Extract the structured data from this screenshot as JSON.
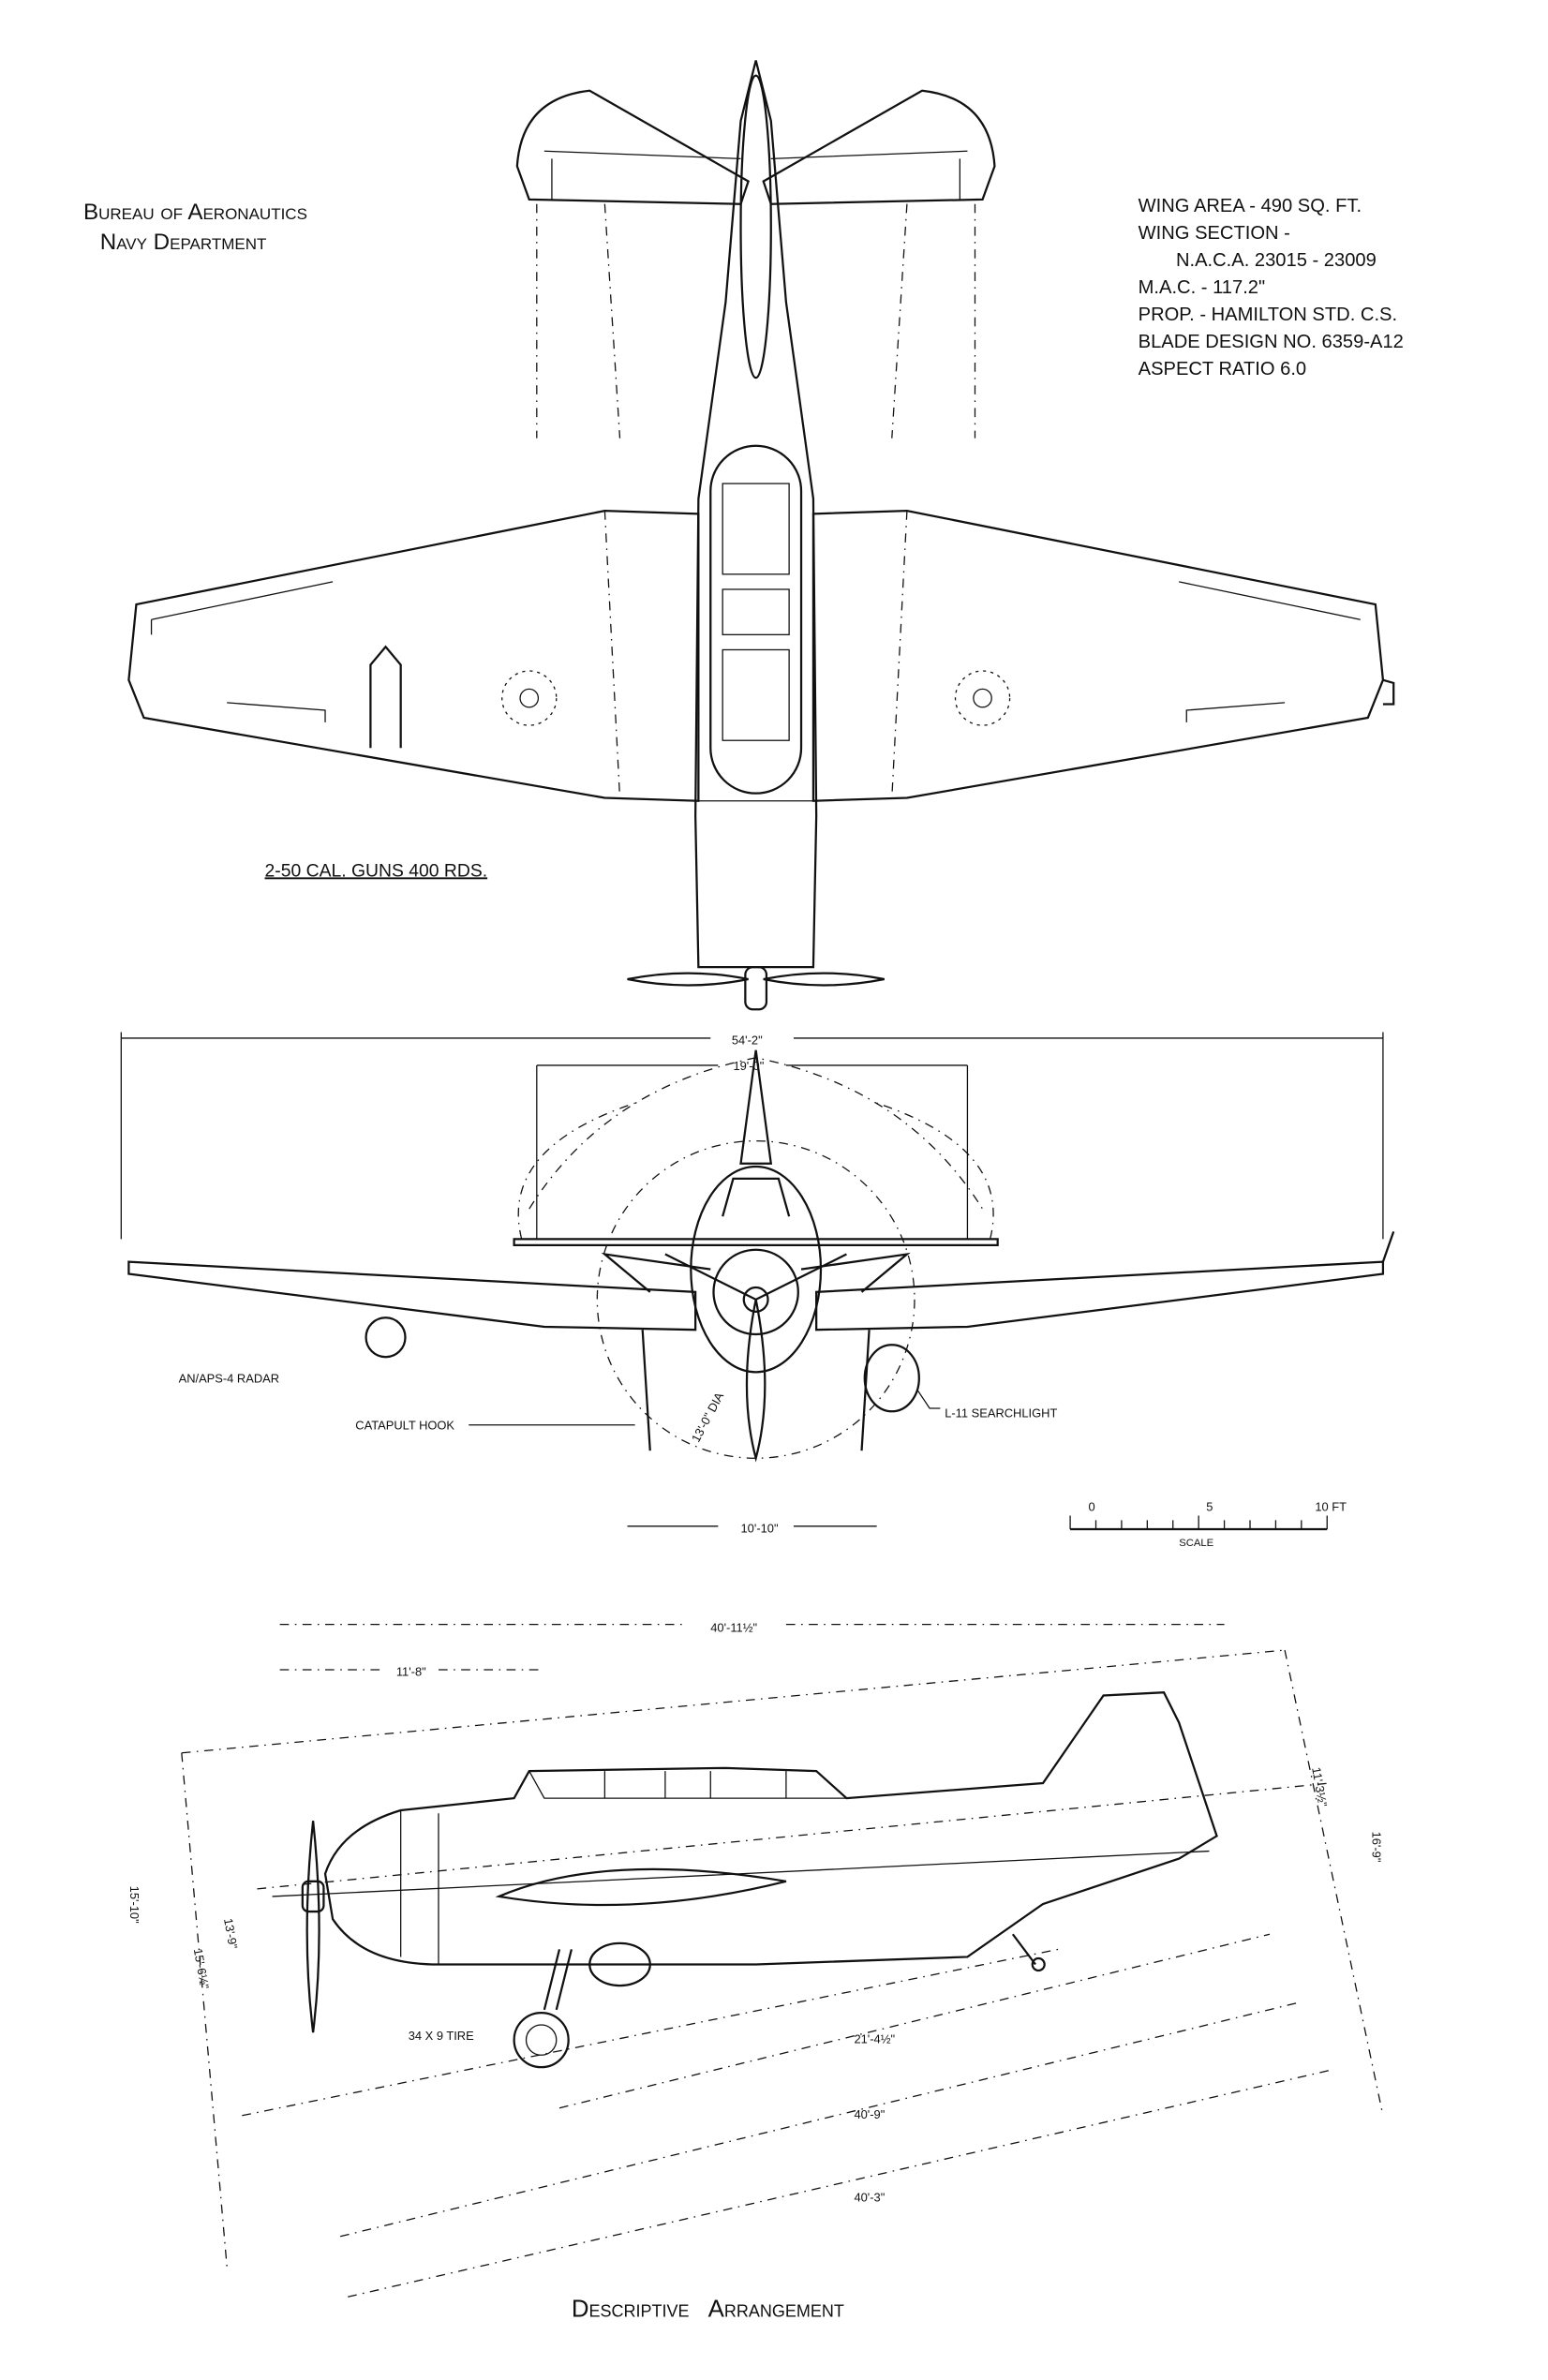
{
  "header": {
    "org_line1": "Bureau of Aeronautics",
    "org_line2": "Navy Department"
  },
  "specs": [
    "WING  AREA - 490  SQ. FT.",
    "WING  SECTION -",
    "N.A.C.A.  23015 - 23009",
    "M.A.C. - 117.2\"",
    "PROP. - HAMILTON  STD. C.S.",
    "BLADE  DESIGN  NO. 6359-A12",
    "ASPECT  RATIO      6.0"
  ],
  "top_view": {
    "armament": "2-50  CAL.  GUNS   400 RDS."
  },
  "front_view": {
    "span": "54'-2\"",
    "folded_width": "19'-0\"",
    "radar": "AN/APS-4  RADAR",
    "catapult": "CATAPULT  HOOK",
    "prop_dia": "13'-0\" DIA",
    "searchlight": "L-11  SEARCHLIGHT",
    "tread": "10'-10\""
  },
  "scale_bar": {
    "ticks": [
      "0",
      "5",
      "10 FT"
    ],
    "label": "SCALE"
  },
  "side_view": {
    "length": "40'-11½\"",
    "nose_to_wing": "11'-8\"",
    "tail_height_a": "11'-3½\"",
    "tail_height_b": "16'-9\"",
    "height_a": "15'-10\"",
    "height_b": "15'-6½\"",
    "height_c": "13'-9\"",
    "tire": "34 X 9  TIRE",
    "wheelbase": "21'-4½\"",
    "length_b": "40'-9\"",
    "length_c": "40'-3\""
  },
  "footer": {
    "title": "Descriptive   Arrangement"
  }
}
